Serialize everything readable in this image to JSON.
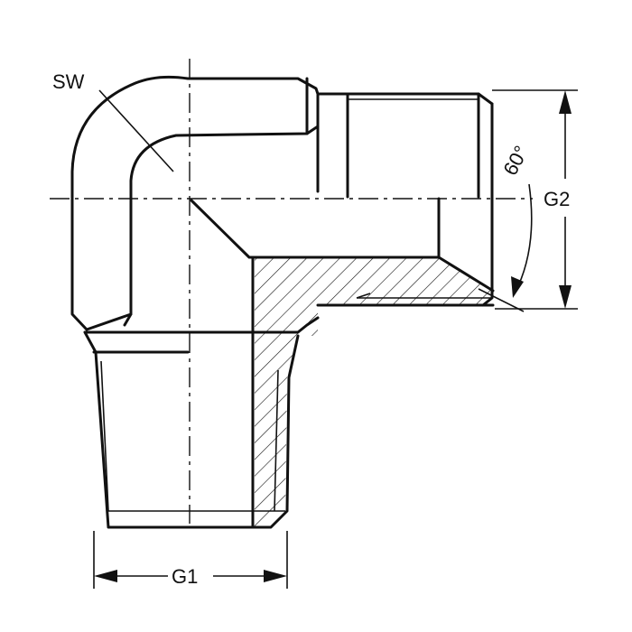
{
  "drawing": {
    "labels": {
      "wrench_size": "SW",
      "thread_1": "G1",
      "thread_2": "G2",
      "angle": "60°"
    }
  }
}
